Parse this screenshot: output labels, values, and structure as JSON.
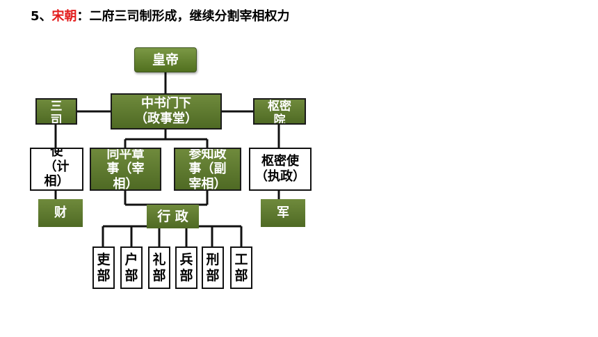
{
  "title": {
    "prefix": "5、",
    "highlight": "宋朝",
    "rest": "：二府三司制形成，继续分割宰相权力"
  },
  "nodes": {
    "emperor": "皇帝",
    "zhongshu": "中书门下\n（政事堂）",
    "sansi_left": "三\n司",
    "shumi_yuan": "枢密\n院",
    "sansi_shi": "三司\n使\n（计\n相）",
    "tongpingzhang": "同平章\n事（宰\n相）",
    "canzhi": "参知政\n事（副\n宰相）",
    "shumi_shi": "枢密使\n（执政）",
    "cai": "财",
    "xingzheng": "行 政",
    "jun": "军",
    "ministries": [
      "吏\n部",
      "户\n部",
      "礼\n部",
      "兵\n部",
      "刑\n部",
      "工\n部"
    ]
  },
  "colors": {
    "green": "#5a7a2c",
    "highlight": "#e31b1b",
    "line": "#111111"
  }
}
